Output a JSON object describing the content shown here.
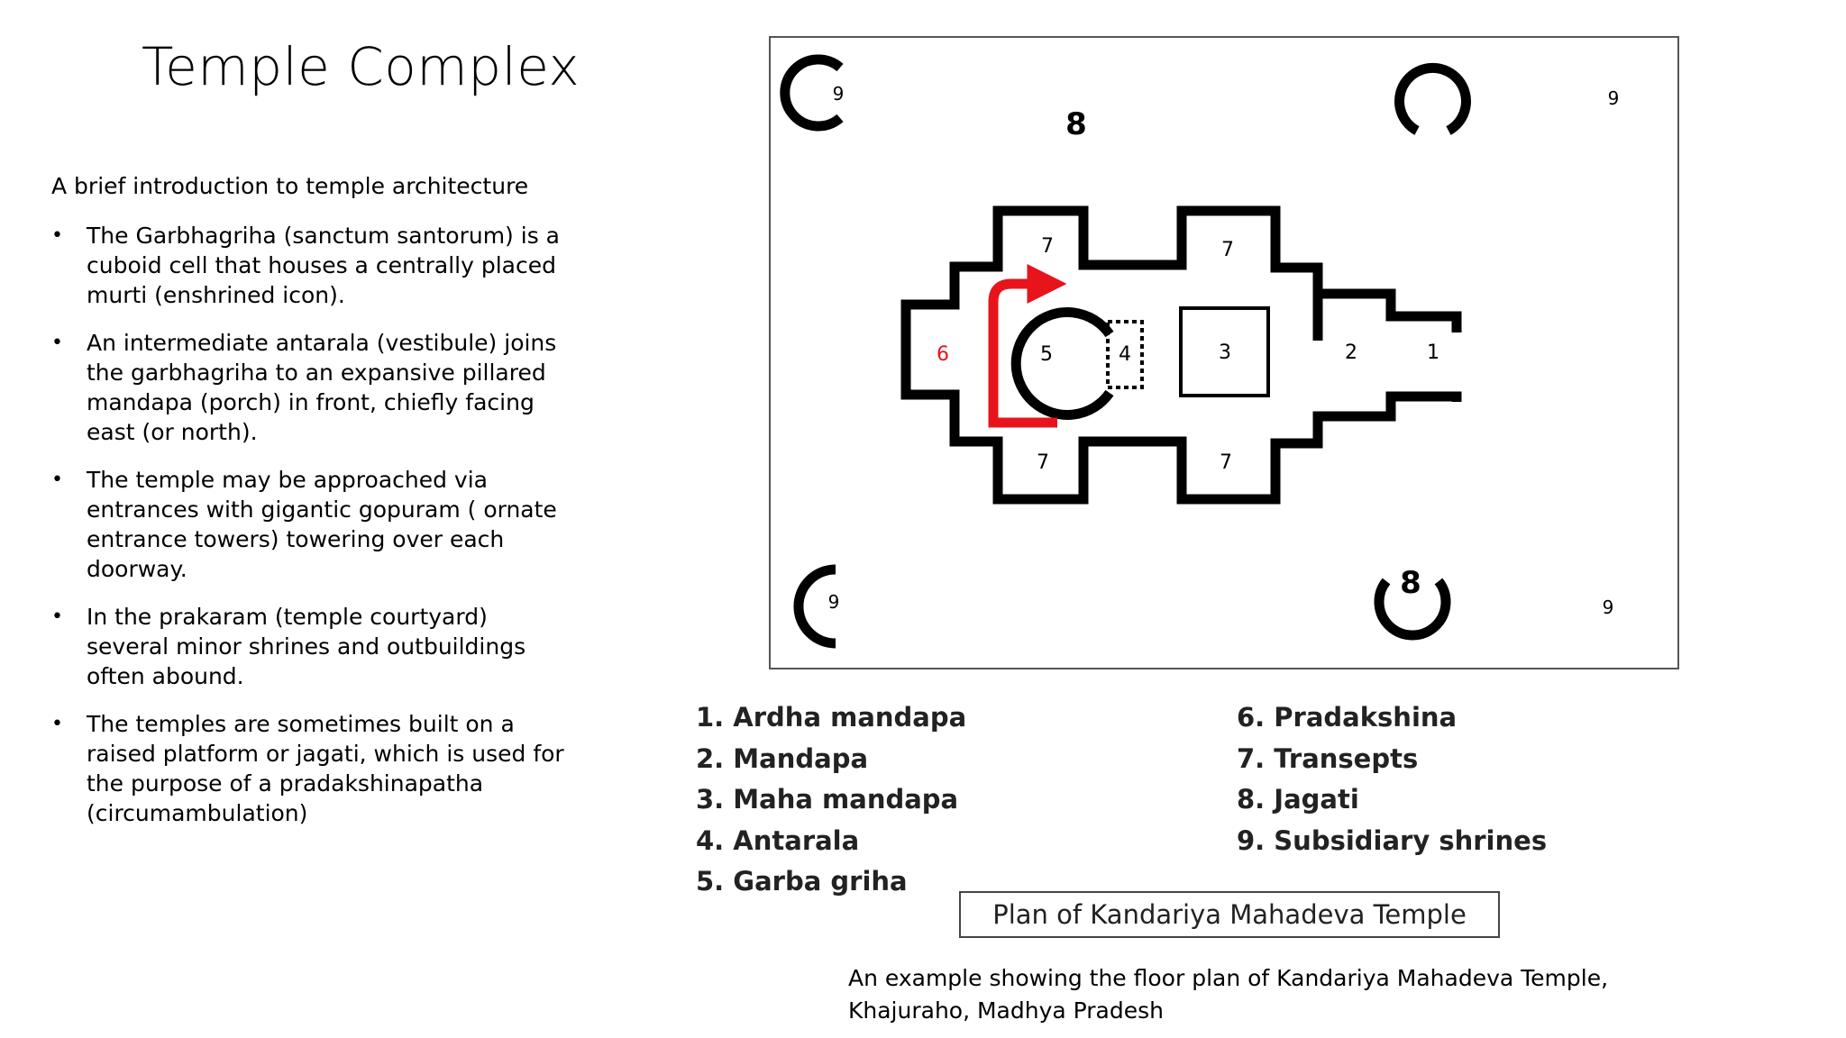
{
  "slide": {
    "title": "Temple Complex",
    "intro": "A brief introduction to temple architecture",
    "bullet_char": "•",
    "bullets": [
      "The Garbhagriha (sanctum santorum) is a cuboid cell that houses a centrally placed murti (enshrined icon).",
      "An intermediate antarala (vestibule) joins the garbhagriha to an expansive pillared mandapa (porch) in front, chiefly facing east (or north).",
      "The temple may be approached via entrances with gigantic gopuram ( ornate entrance towers) towering over each doorway.",
      "In the prakaram (temple courtyard) several minor shrines and outbuildings often abound.",
      "The temples are sometimes built on a raised platform or jagati, which is used for the purpose of a pradakshinapatha (circumambulation)"
    ]
  },
  "plan": {
    "labels": {
      "one": "1",
      "two": "2",
      "three": "3",
      "four": "4",
      "five": "5",
      "six": "6",
      "seven": "7",
      "eight": "8",
      "nine": "9"
    },
    "colors": {
      "outline": "#000000",
      "pradakshina_arrow": "#e8141c"
    },
    "legend_left": [
      "1. Ardha mandapa",
      "2. Mandapa",
      "3. Maha mandapa",
      "4. Antarala",
      "5. Garba griha"
    ],
    "legend_right": [
      "6. Pradakshina",
      "7. Transepts",
      "8. Jagati",
      "9. Subsidiary shrines"
    ],
    "caption": "Plan of Kandariya Mahadeva Temple"
  },
  "example_caption": "An example showing the floor plan of Kandariya Mahadeva Temple, Khajuraho, Madhya Pradesh"
}
